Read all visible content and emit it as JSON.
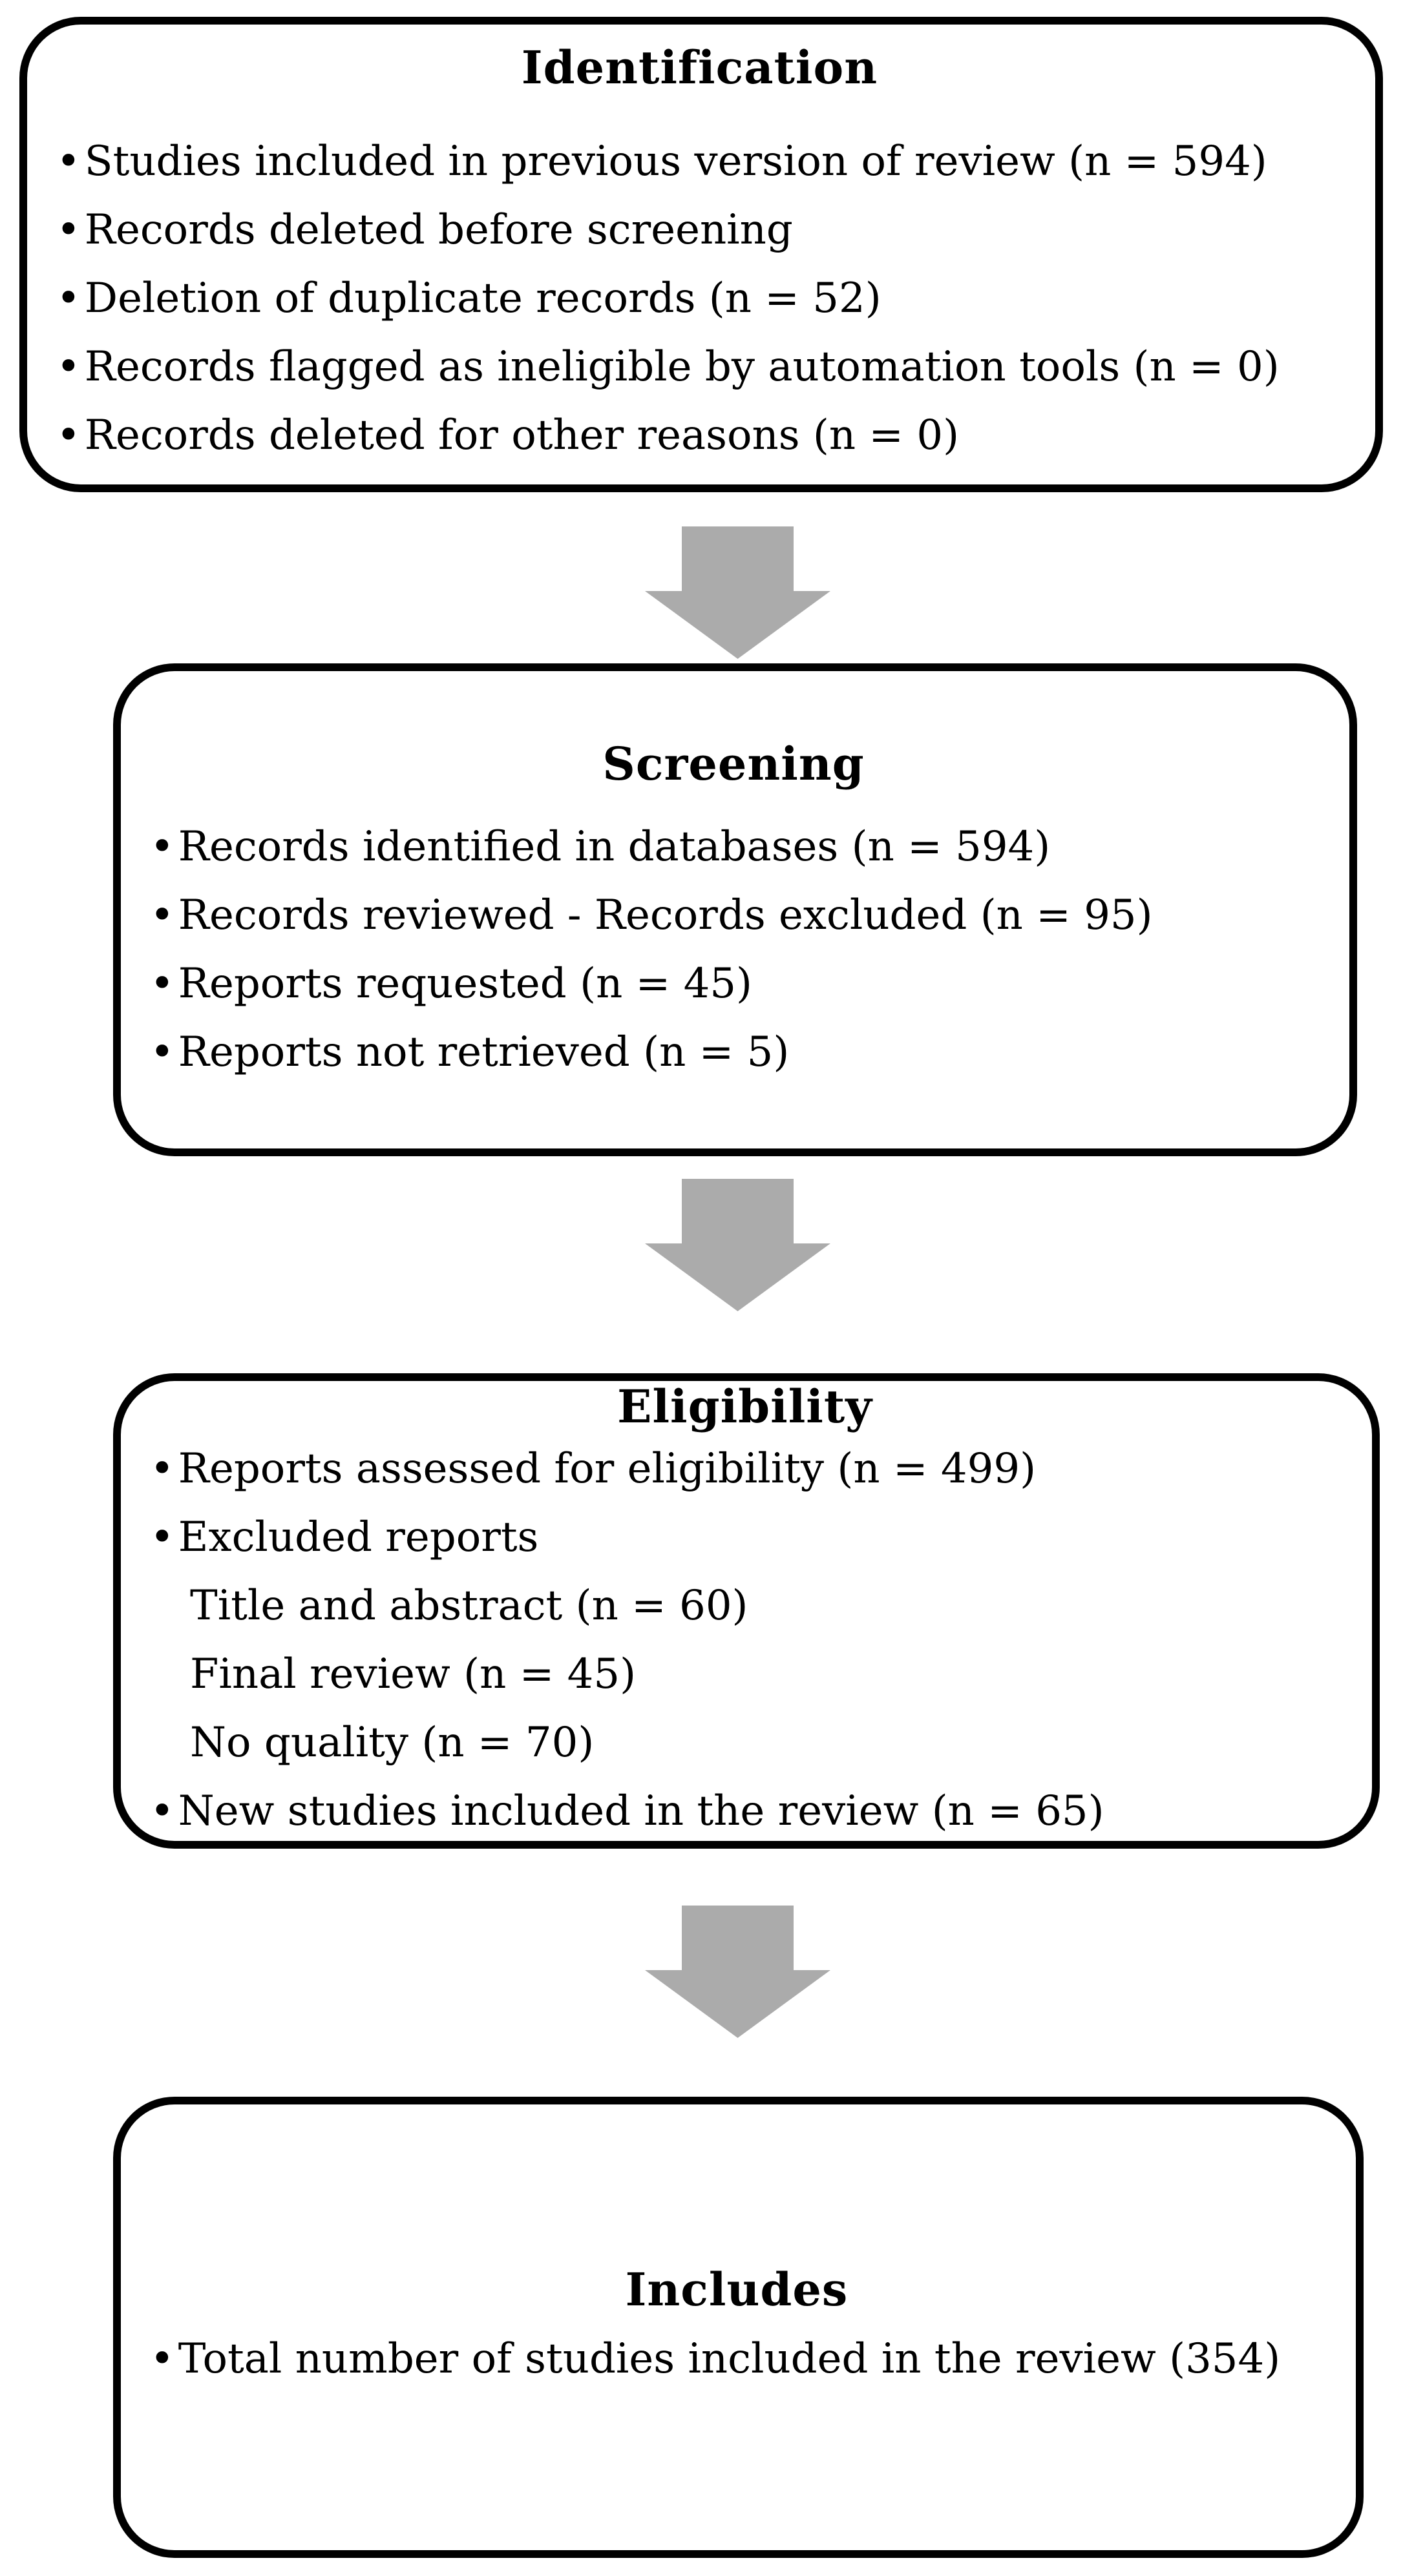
{
  "figure": {
    "background_color": "#ffffff",
    "border_color": "#000000",
    "text_color": "#000000",
    "arrow_color": "#ABABAB"
  },
  "boxes": [
    {
      "id": "identification",
      "title": "Identification",
      "items": [
        {
          "bullet": true,
          "text": "Studies included in previous version of review (n = 594)"
        },
        {
          "bullet": true,
          "text": "Records deleted before screening"
        },
        {
          "bullet": true,
          "text": "Deletion of duplicate records (n = 52)"
        },
        {
          "bullet": true,
          "text": "Records flagged as ineligible by automation tools (n = 0)"
        },
        {
          "bullet": true,
          "text": "Records deleted for other reasons (n = 0)"
        }
      ]
    },
    {
      "id": "screening",
      "title": "Screening",
      "items": [
        {
          "bullet": true,
          "text": "Records identified in databases (n = 594)"
        },
        {
          "bullet": true,
          "text": "Records reviewed - Records excluded (n = 95)"
        },
        {
          "bullet": true,
          "text": "Reports requested (n = 45)"
        },
        {
          "bullet": true,
          "text": "Reports not retrieved (n = 5)"
        }
      ]
    },
    {
      "id": "eligibility",
      "title": "Eligibility",
      "items": [
        {
          "bullet": true,
          "text": "Reports assessed for eligibility (n = 499)"
        },
        {
          "bullet": true,
          "text": "Excluded reports"
        },
        {
          "bullet": false,
          "text": "Title and abstract (n = 60)"
        },
        {
          "bullet": false,
          "text": "Final review (n = 45)"
        },
        {
          "bullet": false,
          "text": "No quality (n = 70)"
        },
        {
          "bullet": true,
          "text": "New studies included in the review (n = 65)"
        }
      ]
    },
    {
      "id": "includes",
      "title": "Includes",
      "items": [
        {
          "bullet": true,
          "text": "Total number of studies included in the review (354)"
        }
      ]
    }
  ]
}
